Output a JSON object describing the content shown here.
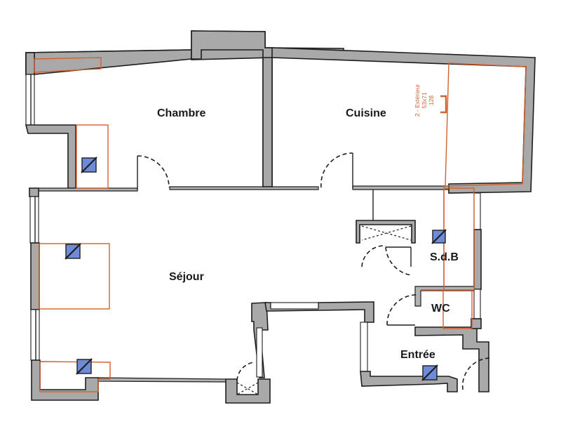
{
  "plan": {
    "rooms": [
      {
        "id": "chambre",
        "label": "Chambre"
      },
      {
        "id": "cuisine",
        "label": "Cuisine"
      },
      {
        "id": "sejour",
        "label": "Séjour"
      },
      {
        "id": "sdb",
        "label": "S.d.B"
      },
      {
        "id": "wc",
        "label": "WC"
      },
      {
        "id": "entree",
        "label": "Entrée"
      }
    ],
    "annotation": {
      "line1": "2 - Extérieur",
      "line2": "53x71",
      "line3": "128"
    },
    "colors": {
      "wall": "#a9a9a9",
      "outline": "#1e1e1e",
      "zone": "#d2622e",
      "vent": "#6d8bd8"
    }
  }
}
